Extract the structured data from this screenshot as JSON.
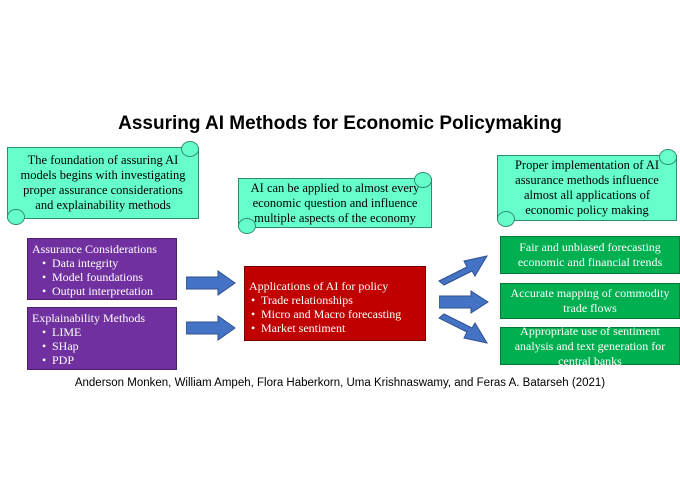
{
  "title": "Assuring AI Methods for Economic Policymaking",
  "scrolls": {
    "foundation": "The foundation of assuring AI models begins with investigating proper assurance considerations and explainability methods",
    "applied": "AI can be applied to almost every economic question and influence multiple aspects of the economy",
    "implementation": "Proper implementation of AI assurance methods influence almost all applications of economic policy making"
  },
  "assurance": {
    "heading": "Assurance Considerations",
    "items": [
      "Data integrity",
      "Model foundations",
      "Output interpretation"
    ]
  },
  "explainability": {
    "heading": "Explainability Methods",
    "items": [
      "LIME",
      "SHap",
      "PDP"
    ]
  },
  "applications": {
    "heading": "Applications of AI for policy",
    "items": [
      "Trade relationships",
      "Micro and Macro forecasting",
      "Market sentiment"
    ]
  },
  "outcomes": [
    "Fair and unbiased forecasting economic and financial trends",
    "Accurate mapping of commodity trade flows",
    "Appropriate use of sentiment analysis and text generation for central banks"
  ],
  "citation": "Anderson Monken, William Ampeh, Flora Haberkorn, Uma Krishnaswamy, and Feras A. Batarseh (2021)",
  "colors": {
    "scroll": "#66ffcc",
    "purple": "#7030a0",
    "red": "#c00000",
    "green": "#00b050",
    "arrow": "#4472c4"
  }
}
